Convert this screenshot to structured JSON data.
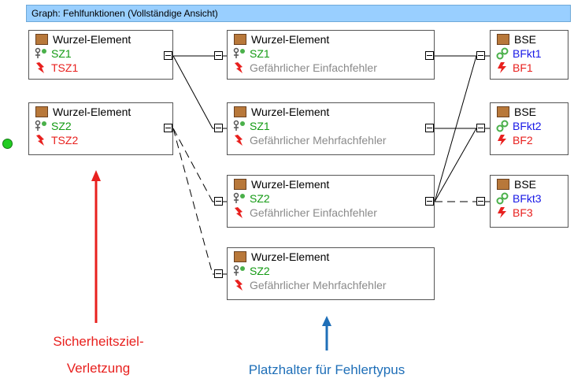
{
  "window": {
    "title": "Graph: Fehlfunktionen (Vollständige Ansicht)"
  },
  "colors": {
    "root": "#000000",
    "sz": "#139a13",
    "tsz": "#e8201e",
    "bfkt": "#1818e6",
    "placeholder": "#8a8a8a",
    "arrow_red": "#e8201e",
    "arrow_blue": "#1f6fb8"
  },
  "icons": {
    "element": "brown-square-icon",
    "safety_goal": "safety-goal-icon",
    "violation": "lightning-icon",
    "function": "chain-link-icon"
  },
  "column1": [
    {
      "title": "Wurzel-Element",
      "sz": "SZ1",
      "tsz": "TSZ1"
    },
    {
      "title": "Wurzel-Element",
      "sz": "SZ2",
      "tsz": "TSZ2"
    }
  ],
  "column2": [
    {
      "title": "Wurzel-Element",
      "sz": "SZ1",
      "type": "Gefährlicher Einfachfehler"
    },
    {
      "title": "Wurzel-Element",
      "sz": "SZ1",
      "type": "Gefährlicher Mehrfachfehler"
    },
    {
      "title": "Wurzel-Element",
      "sz": "SZ2",
      "type": "Gefährlicher Einfachfehler"
    },
    {
      "title": "Wurzel-Element",
      "sz": "SZ2",
      "type": "Gefährlicher Mehrfachfehler"
    }
  ],
  "column3": [
    {
      "title": "BSE",
      "fkt": "BFkt1",
      "bf": "BF1"
    },
    {
      "title": "BSE",
      "fkt": "BFkt2",
      "bf": "BF2"
    },
    {
      "title": "BSE",
      "fkt": "BFkt3",
      "bf": "BF3"
    }
  ],
  "annotations": {
    "left_line1": "Sicherheitsziel-",
    "left_line2": "Verletzung",
    "right": "Platzhalter für Fehlertypus"
  }
}
